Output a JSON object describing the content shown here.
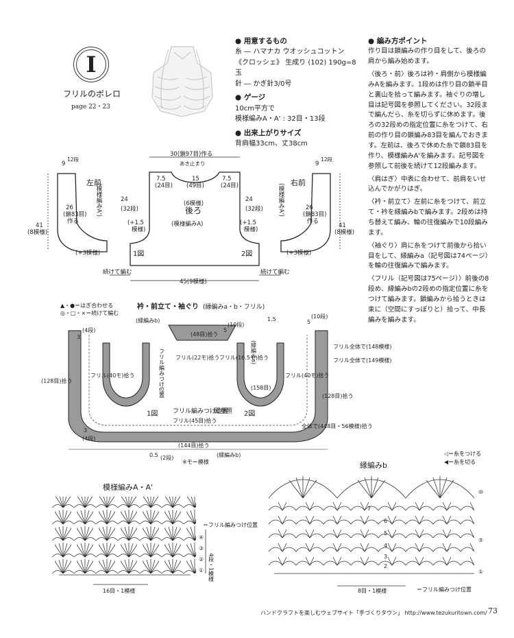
{
  "pattern": {
    "number": "I",
    "title": "フリルのボレロ",
    "page_ref": "page 22・23"
  },
  "materials": {
    "heading": "● 用意するもの",
    "lines": [
      "糸 ― ハマナカ ウオッシュコットン",
      "《クロッシェ》 生成り (102) 190g=8玉",
      "針 ― かぎ針3/0号"
    ]
  },
  "gauge": {
    "heading": "● ゲージ",
    "lines": [
      "10cm平方で",
      "模様編みA・A' : 32目・13段"
    ]
  },
  "size": {
    "heading": "● 出来上がりサイズ",
    "lines": [
      "背肩幅33cm、丈38cm"
    ]
  },
  "points": {
    "heading": "● 編み方ポイント",
    "paragraphs": [
      "作り目は鎖編みの作り目をして、後ろの肩から編み始めます。",
      "〈後ろ・前〉後ろは衿・肩側から模様編みAを編みます。1段めは作り目の鎖半目と裏山を拾って編みます。袖ぐりの増し目は記号図を参照してください。32段まで編んだら、糸を切らずに休めます。後ろの32段めの指定位置に糸をつけて、右前の作り目の鎖編み83目を編んでおきます。左前は、後ろで休めた糸で鎖83目を作り、模様編みA'を編みます。記号図を参照して前後を続けて12段編みます。",
      "〈肩はぎ〉中表に合わせて、前肩をいせ込んでかがりはぎ。",
      "〈衿・前立て〉左前に糸をつけて、前立て・衿を縁編みbで編みます。2段めは持ち替えて編み、輪の往復編みで10段編みます。",
      "〈袖ぐり〉肩に糸をつけて前後から拾い目をして、縁編みa（記号図は74ページ）を輪の往復編みで編みます。",
      "〈フリル（記号図は75ページ）〉前後の8段め、縁編みbの2段めの指定位置に糸をつけて編みます。鎖編みから拾うときは束に（空間にすっぽりと）拾って、中長編みを編みます。"
    ]
  },
  "schematic": {
    "left_front": "左前",
    "left_pattern": "(模様編みA')",
    "right_front": "右前",
    "right_pattern": "(模様編みA')",
    "back": "後ろ",
    "back_pattern": "(模様編みA)",
    "start": "30(鎖97目)作る",
    "opening": "あき止まり",
    "w1": "7.5",
    "w1s": "(24目)",
    "w2": "15",
    "w2s": "(49目)",
    "w3": "7.5",
    "w3s": "(24目)",
    "mid": "(6模様)",
    "side_24": "24",
    "side_32": "(32段)",
    "side_26": "26",
    "side_83": "(鎖83目)",
    "side_make": "作る",
    "h41": "41",
    "h41s": "(8模様)",
    "top9": "9",
    "top12": "12段",
    "plus15": "(+1.5",
    "plus15b": "模様)",
    "plus3": "(+3模様)",
    "fig1": "1図",
    "fig2": "2図",
    "cont": "続けて編む",
    "bottom": "45(9模様)"
  },
  "legend": {
    "l1": "▲・●＝はぎ合わせる",
    "l2": "◎・□・×＝続けて編む"
  },
  "border": {
    "title": "衿・前立て・袖ぐり",
    "title2": "(縁編みa・b・フリル)",
    "edge_b": "(縁編みb)",
    "edge_a": "(縁編みa)",
    "ruffle_pos": "フリル編みつけ位置",
    "see_fig": "図参照",
    "c48": "(48目)拾う",
    "ruffle45": "フリル(45目)拾う",
    "ruffle148": "フリル全体で(148模様)",
    "ruffle149": "フリル全体で(149模様)",
    "total448": "全体で(448目・56模様)拾う",
    "c144": "(144目)拾う",
    "c158": "(158目)",
    "c128": "(128目)拾う",
    "f40": "フリル(40モ)拾う",
    "f22": "フリル(22モ)拾う",
    "f165": "フリル(16.5モ)拾う",
    "note": "※モ＝模様",
    "d3": "3",
    "d4": "(4段)",
    "d5": "5",
    "d10": "(10段)",
    "d15": "1.5",
    "d05": "0.5",
    "d2": "(2段)",
    "fig1": "1図",
    "fig2": "2図"
  },
  "chart_a": {
    "title": "模様編みA・A'",
    "ruffle": "＝フリル編みつけ位置",
    "repeat": "16目・1模様",
    "rows_label": "4段・1模様",
    "rows": [
      "④",
      "③",
      "②",
      "①"
    ]
  },
  "chart_b": {
    "title": "縁編みb",
    "attach": "◁＝糸をつける",
    "cut": "◀＝糸を切る",
    "repeat": "8目・1模様",
    "ruffle": "＝フリル編みつけ位置",
    "rows": [
      "⑩",
      "⑤",
      "①"
    ],
    "inner": [
      "7",
      "6",
      "5",
      "4",
      "3",
      "2"
    ]
  },
  "footer": {
    "site": "ハンドクラフトを楽しむウェブサイト「手づくりタウン」 http://www.tezukuritown.com/",
    "page": "73"
  }
}
